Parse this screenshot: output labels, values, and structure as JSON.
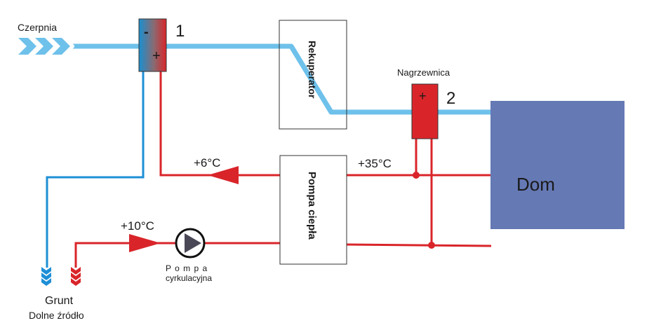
{
  "labels": {
    "intake": "Czerpnia",
    "hx1_number": "1",
    "hx1_minus": "-",
    "hx1_plus": "+",
    "recuperator": "Rekuperator",
    "heater_title": "Nagrzewnica",
    "heater_plus": "+",
    "heater_number": "2",
    "house": "Dom",
    "heat_pump": "Pompa ciepła",
    "temp_return": "+6°C",
    "temp_supply": "+35°C",
    "temp_ground": "+10°C",
    "circ_pump_line1": "P o m p a",
    "circ_pump_line2": "cyrkulacyjna",
    "ground": "Grunt",
    "ground_source": "Dolne źródło"
  },
  "colors": {
    "air": "#6ec1ea",
    "cold_pipe": "#1e8fd6",
    "hot_pipe": "#d9252a",
    "house": "#6579b4",
    "heater": "#d9252a",
    "pump_triangle": "#4a4856"
  },
  "icons": {
    "intake": "chevron-arrows-icon",
    "circ_pump": "pump-icon",
    "ground_probe": "ground-probe-icon",
    "flow_arrow": "flow-arrow-icon"
  }
}
